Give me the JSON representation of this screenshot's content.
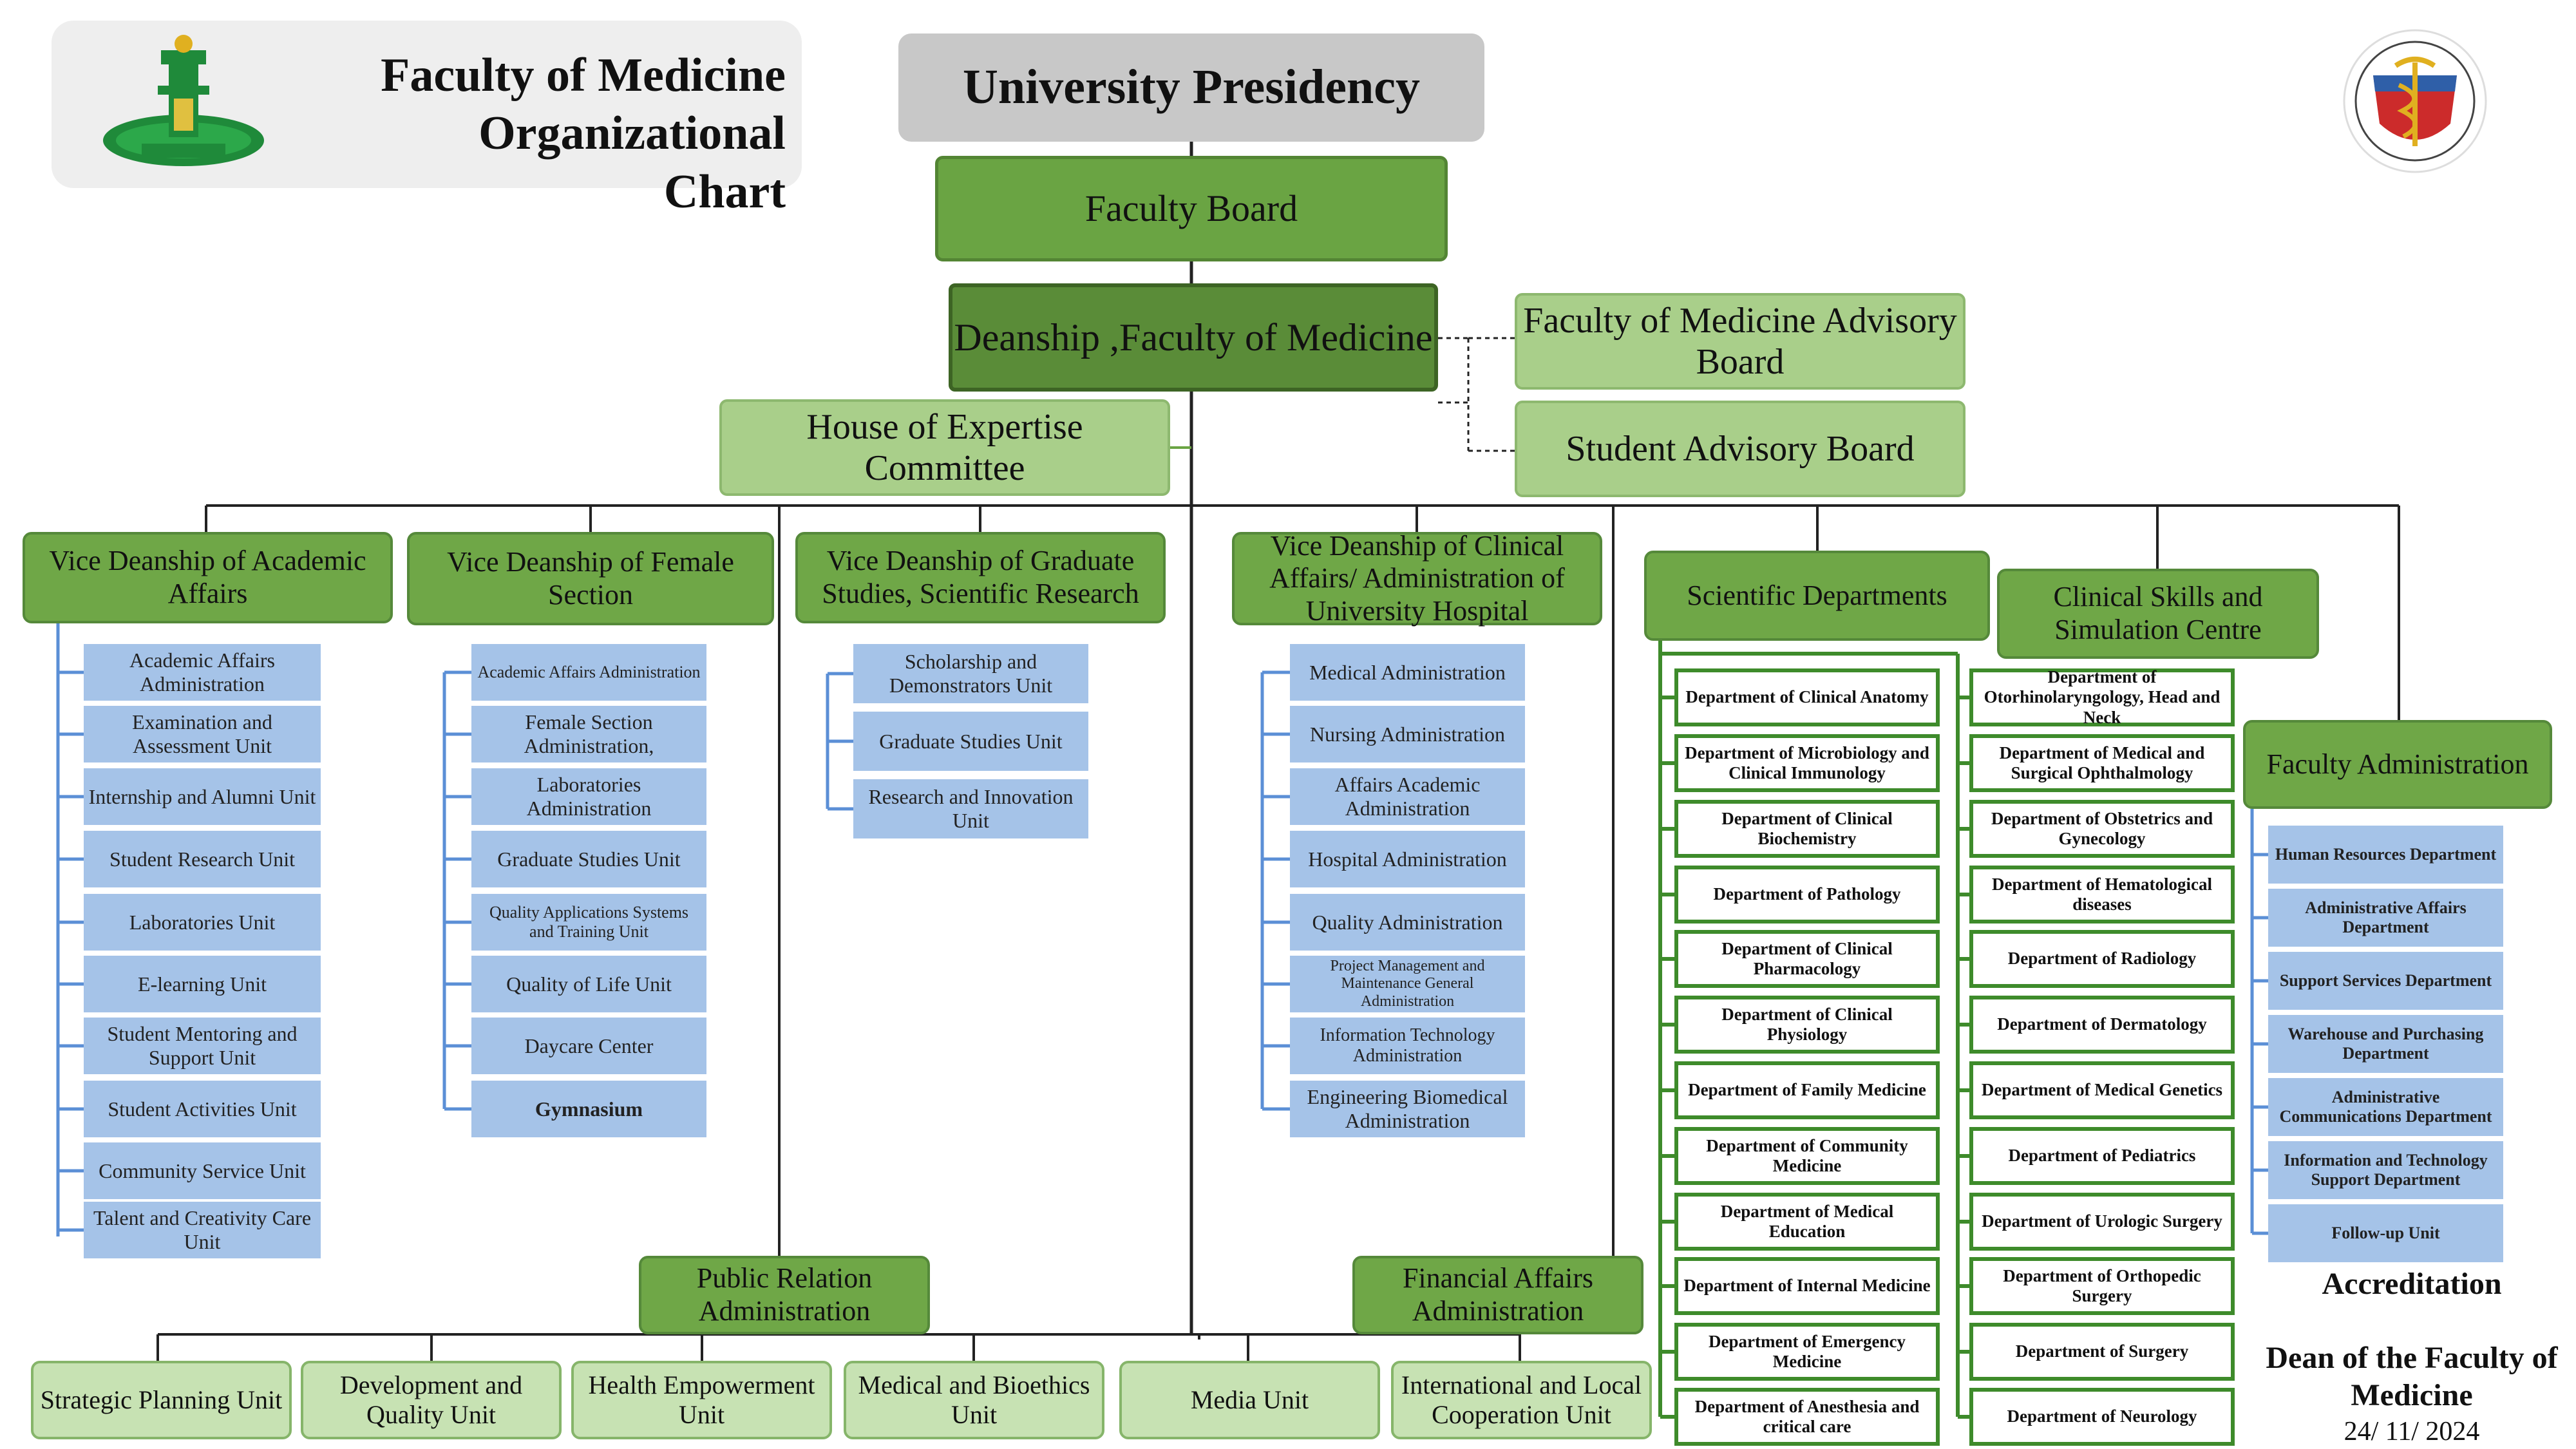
{
  "header": {
    "title_line1": "Faculty of Medicine",
    "title_line2": "Organizational Chart",
    "logo_icon": "university-logo-icon",
    "seal_icon": "faculty-seal-icon"
  },
  "colors": {
    "dark_green": "#6aa443",
    "deep_green": "#5a8c38",
    "light_green": "#a9cf8a",
    "pale_green": "#c7e2b3",
    "blue_unit": "#a5c3e8",
    "presidency_gray": "#c8c8c8",
    "line": "#222222"
  },
  "top": {
    "presidency": "University Presidency",
    "faculty_board": "Faculty Board",
    "deanship": "Deanship ,Faculty of Medicine",
    "house_of_expertise": "House of Expertise Committee",
    "advisory_board": "Faculty of Medicine Advisory Board",
    "student_advisory": "Student Advisory Board"
  },
  "vice_deanships": {
    "academic": {
      "title": "Vice Deanship of Academic Affairs",
      "units": [
        "Academic Affairs Administration",
        "Examination and Assessment Unit",
        "Internship  and Alumni Unit",
        "Student Research Unit",
        "Laboratories Unit",
        "E-learning Unit",
        "Student Mentoring and Support Unit",
        "Student Activities Unit",
        "Community Service Unit",
        "Talent and Creativity Care Unit"
      ]
    },
    "female": {
      "title": "Vice Deanship of  Female Section",
      "units": [
        "Academic Affairs Administration",
        "Female Section Administration,",
        "Laboratories Administration",
        "Graduate Studies Unit",
        "Quality Applications Systems and Training Unit",
        "Quality of Life Unit",
        "Daycare Center",
        "Gymnasium"
      ]
    },
    "graduate": {
      "title": "Vice Deanship of  Graduate Studies, Scientific Research",
      "units": [
        "Scholarship  and Demonstrators Unit",
        "Graduate Studies Unit",
        "Research and Innovation Unit"
      ]
    },
    "clinical": {
      "title": "Vice Deanship of  Clinical Affairs/ Administration of University Hospital",
      "units": [
        "Medical Administration",
        "Nursing Administration",
        "Affairs Academic Administration",
        "Hospital Administration",
        "Quality Administration",
        "Project Management and Maintenance General Administration",
        "Information Technology Administration",
        "Engineering Biomedical Administration"
      ]
    }
  },
  "scientific": {
    "title": "Scientific Departments",
    "col1": [
      "Department of  Clinical Anatomy",
      "Department of  Microbiology and Clinical Immunology",
      "Department of Clinical Biochemistry",
      "Department of Pathology",
      "Department of Clinical Pharmacology",
      "Department of Clinical Physiology",
      "Department of Family Medicine",
      "Department of Community Medicine",
      "Department of Medical Education",
      "Department of Internal Medicine",
      "Department of Emergency Medicine",
      "Department of Anesthesia and critical care"
    ],
    "col2": [
      "Department of Otorhinolaryngology, Head and Neck",
      "Department of Medical and Surgical Ophthalmology",
      "Department of Obstetrics and Gynecology",
      "Department of Hematological diseases",
      "Department of Radiology",
      "Department of Dermatology",
      "Department of Medical Genetics",
      "Department of Pediatrics",
      "Department of Urologic Surgery",
      "Department of Orthopedic Surgery",
      "Department of Surgery",
      "Department of Neurology"
    ]
  },
  "clinical_skills": "Clinical Skills and Simulation Centre",
  "faculty_admin": {
    "title": "Faculty Administration",
    "units": [
      "Human Resources Department",
      "Administrative Affairs Department",
      "Support Services Department",
      "Warehouse and Purchasing Department",
      "Administrative Communications Department",
      "Information and Technology Support Department",
      "Follow-up Unit"
    ]
  },
  "public_relation": "Public Relation Administration",
  "financial": "Financial Affairs Administration",
  "bottom_units": [
    "Strategic  Planning Unit",
    "Development and Quality Unit",
    "Health Empowerment Unit",
    "Medical and Bioethics Unit",
    "Media Unit",
    "International and Local Cooperation Unit"
  ],
  "footer": {
    "accreditation": "Accreditation",
    "dean": "Dean of the Faculty of Medicine",
    "date": "24/ 11/ 2024"
  }
}
